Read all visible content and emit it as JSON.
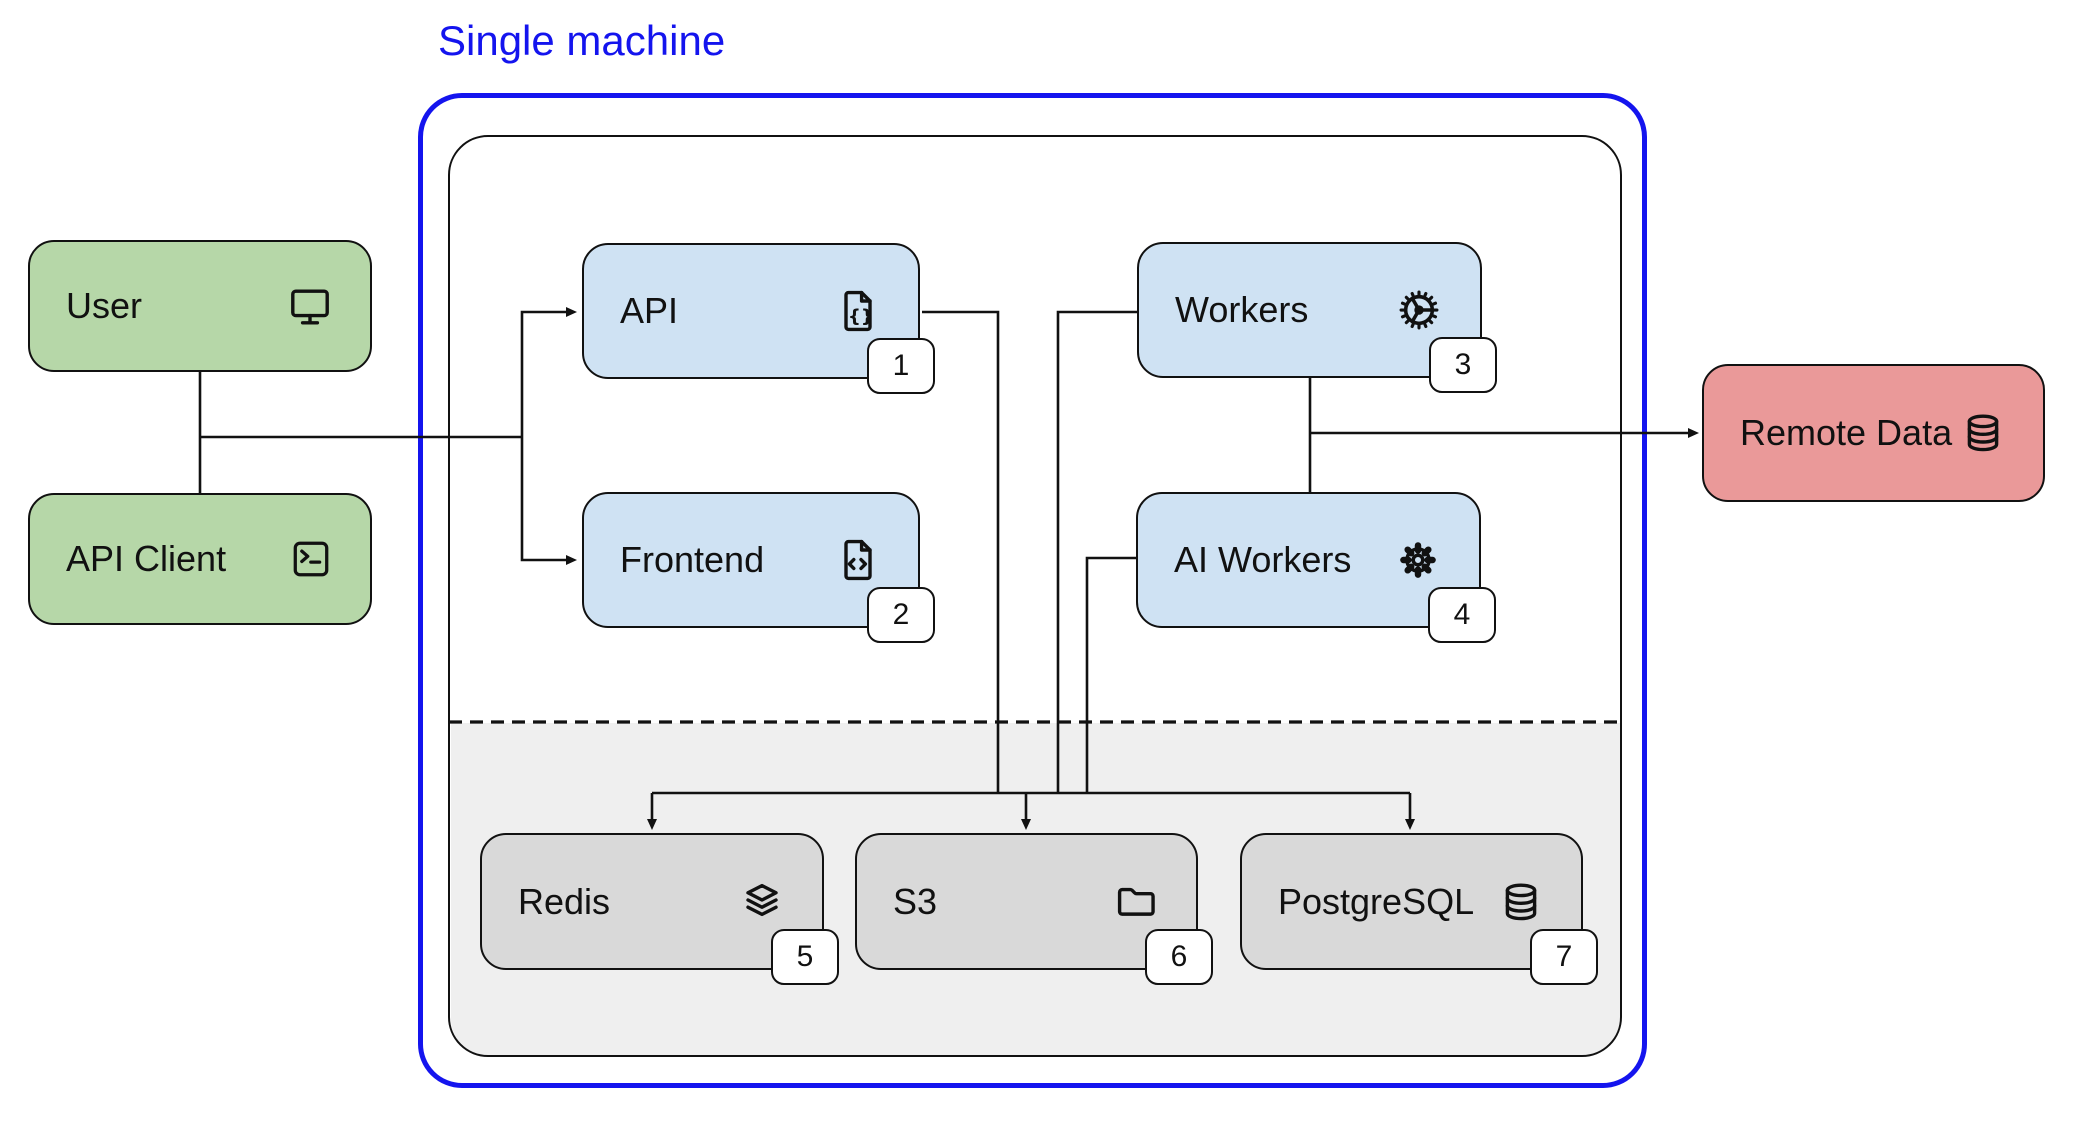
{
  "title": {
    "text": "Single machine",
    "color": "#1414ee"
  },
  "nodes": {
    "user": {
      "label": "User",
      "icon": "monitor-icon"
    },
    "api_client": {
      "label": "API Client",
      "icon": "terminal-icon"
    },
    "api": {
      "label": "API",
      "icon": "file-code-icon",
      "badge": "1"
    },
    "frontend": {
      "label": "Frontend",
      "icon": "file-code-icon",
      "badge": "2"
    },
    "workers": {
      "label": "Workers",
      "icon": "gear-icon",
      "badge": "3"
    },
    "ai_workers": {
      "label": "AI Workers",
      "icon": "gear-icon",
      "badge": "4"
    },
    "redis": {
      "label": "Redis",
      "icon": "stack-icon",
      "badge": "5"
    },
    "s3": {
      "label": "S3",
      "icon": "folder-icon",
      "badge": "6"
    },
    "postgresql": {
      "label": "PostgreSQL",
      "icon": "database-icon",
      "badge": "7"
    },
    "remote_data": {
      "label": "Remote Data",
      "icon": "database-icon"
    }
  },
  "edges": [
    {
      "from": "user",
      "to": "api_client",
      "arrow": false
    },
    {
      "from": "user/api_client",
      "to": "api",
      "arrow": true
    },
    {
      "from": "user/api_client",
      "to": "frontend",
      "arrow": true
    },
    {
      "from": "api",
      "to": "storage-bus",
      "arrow": false
    },
    {
      "from": "workers",
      "to": "storage-bus",
      "arrow": false
    },
    {
      "from": "ai_workers",
      "to": "storage-bus",
      "arrow": false
    },
    {
      "from": "storage-bus",
      "to": "redis",
      "arrow": true
    },
    {
      "from": "storage-bus",
      "to": "s3",
      "arrow": true
    },
    {
      "from": "storage-bus",
      "to": "postgresql",
      "arrow": true
    },
    {
      "from": "workers",
      "to": "ai_workers",
      "arrow": false
    },
    {
      "from": "workers/ai_workers",
      "to": "remote_data",
      "arrow": true
    }
  ],
  "colors": {
    "machine_border": "#1414ee",
    "client_fill": "#b6d7a8",
    "service_fill": "#cfe2f3",
    "storage_fill": "#d9d9d9",
    "storage_zone_fill": "#efefef",
    "remote_fill": "#ea9999",
    "line": "#111111"
  }
}
